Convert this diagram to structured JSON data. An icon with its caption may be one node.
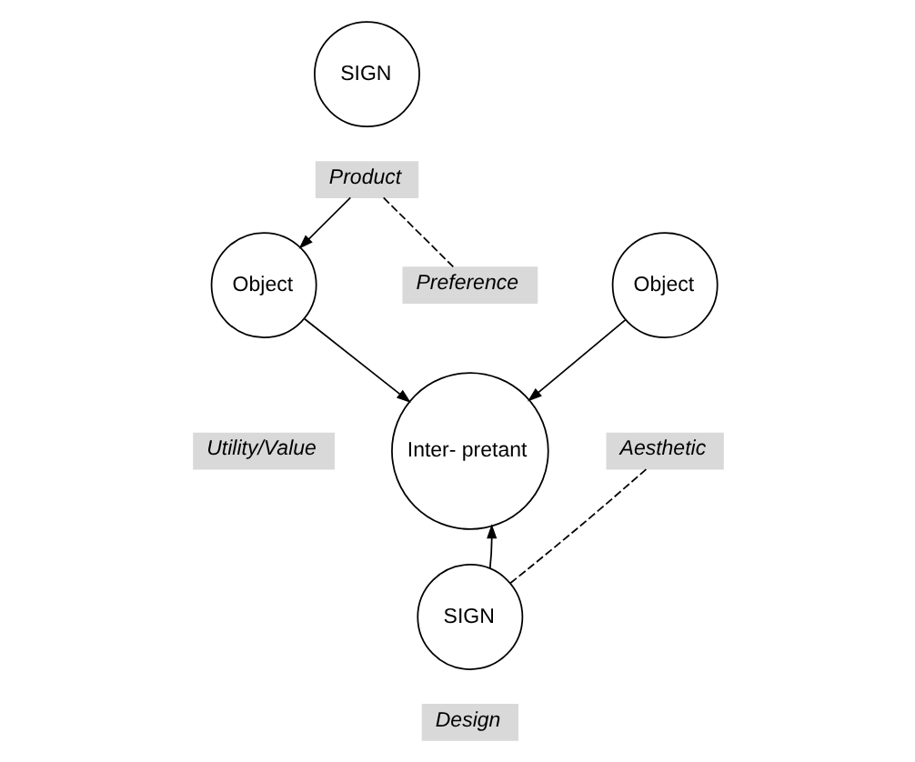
{
  "diagram": {
    "nodes": [
      {
        "text": [
          "SIGN"
        ]
      },
      {
        "text": [
          "Product"
        ]
      },
      {
        "text": [
          "Object"
        ]
      },
      {
        "text": [
          "Utility/Value"
        ]
      },
      {
        "text": [
          "Preference"
        ]
      },
      {
        "text": [
          "Inter- pretant"
        ]
      },
      {
        "text": [
          "Object"
        ]
      },
      {
        "text": [
          "Aesthetic"
        ]
      },
      {
        "text": [
          "SIGN"
        ]
      },
      {
        "text": [
          "Design"
        ]
      }
    ],
    "edges": [
      {
        "from": 1,
        "to": 2,
        "arrow": "to"
      },
      {
        "from": 1,
        "to": 4,
        "arrow": "none",
        "style": "dashed"
      },
      {
        "from": 2,
        "to": 5,
        "arrow": "to"
      },
      {
        "from": 6,
        "to": 5,
        "arrow": "to"
      },
      {
        "from": 8,
        "to": 5,
        "arrow": "to"
      },
      {
        "from": 7,
        "to": 8,
        "arrow": "none",
        "style": "dashed"
      }
    ]
  }
}
